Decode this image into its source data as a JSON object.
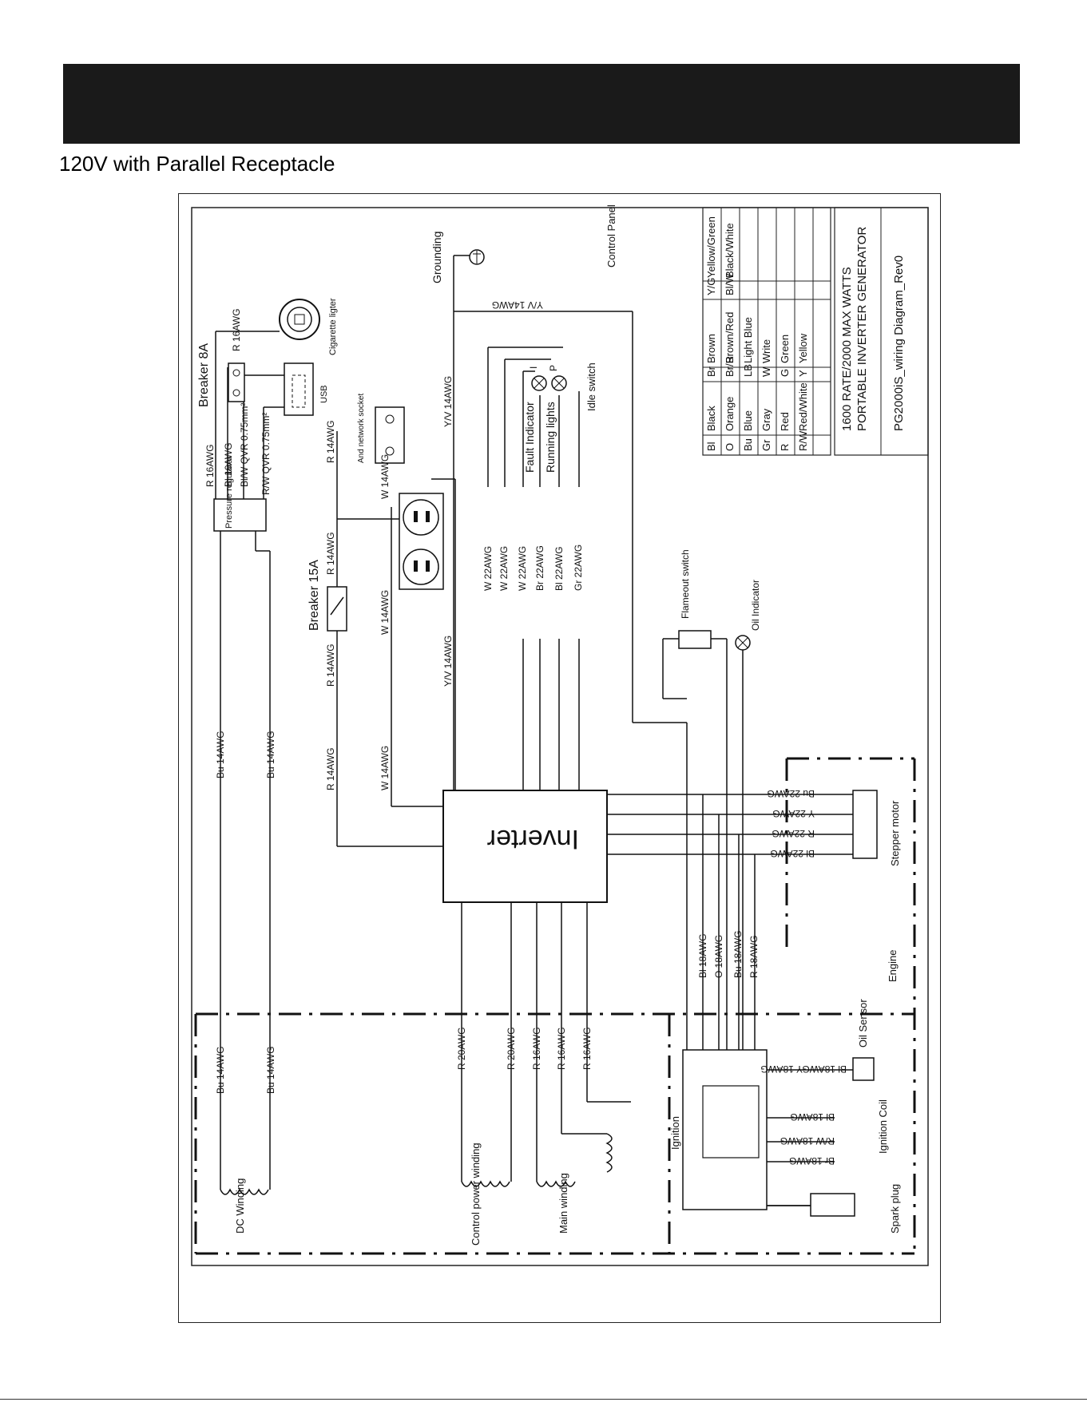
{
  "page": {
    "subtitle": "120V  with Parallel Receptacle"
  },
  "title_block": {
    "line1": "1600 RATE/2000 MAX WATTS",
    "line2": "PORTABLE INVERTER GENERATOR",
    "line3": "PG2000iS_wiring Diagram_Rev0"
  },
  "color_legend": [
    {
      "code": "Bl",
      "name": "Black"
    },
    {
      "code": "O",
      "name": "Orange"
    },
    {
      "code": "Bu",
      "name": "Blue"
    },
    {
      "code": "Gr",
      "name": "Gray"
    },
    {
      "code": "R",
      "name": "Red"
    },
    {
      "code": "R/W",
      "name": "Red/White"
    },
    {
      "code": "Br",
      "name": "Brown"
    },
    {
      "code": "Br/R",
      "name": "Brown/Red"
    },
    {
      "code": "LB",
      "name": "Light Blue"
    },
    {
      "code": "W",
      "name": "Write"
    },
    {
      "code": "G",
      "name": "Green"
    },
    {
      "code": "Y",
      "name": "Yellow"
    },
    {
      "code": "Y/G",
      "name": "Yellow/Green"
    },
    {
      "code": "Bl/W",
      "name": "Black/White"
    }
  ],
  "components": {
    "inverter": "Inverter",
    "grounding": "Grounding",
    "control_panel": "Control Panel",
    "cigarette": "Cigarette ligter",
    "breaker_8a": "Breaker 8A",
    "breaker_15a": "Breaker 15A",
    "usb": "USB",
    "network": "And network socket",
    "pressure": "Pressure regulator",
    "fault": "Fault Indicator",
    "running": "Running lights",
    "idle": "Idle switch",
    "flameout": "Flameout switch",
    "oil_ind": "Oil Indicator",
    "stepper": "Stepper motor",
    "engine": "Engine",
    "oil_sensor": "Oil Sensor",
    "ignition": "Ignition",
    "ign_coil": "Ignition Coil",
    "spark": "Spark plug",
    "dc_winding": "DC Winding",
    "ctrl_winding": "Control power winding",
    "main_winding": "Main winding"
  },
  "wire_labels": {
    "r_16awg_a": "R  16AWG",
    "bl_16awg": "Bl  16AWG",
    "blw_qvr": "Bl/W  QVR 0.75mm²",
    "rw_qvr": "R/W  QVR 0.75mm²",
    "r_16awg_cig": "R  16AWG",
    "r_14awg_net": "R  14AWG",
    "w_14awg_net": "W  14AWG",
    "r_14awg_brk": "R  14AWG",
    "w_14awg_out": "W  14AWG",
    "r_14awg_b": "R  14AWG",
    "r_14awg_c": "R  14AWG",
    "w_14awg_inv": "W  14AWG",
    "yv_14awg_top": "Y/V  14AWG",
    "yv_14awg_a": "Y/V  14AWG",
    "yv_14awg_b": "Y/V  14AWG",
    "bu_14awg_1": "Bu  14AWG",
    "bu_14awg_2": "Bu  14AWG",
    "bu_14awg_3": "Bu  14AWG",
    "bu_14awg_4": "Bu  14AWG",
    "w_22a": "W  22AWG",
    "w_22b": "W  22AWG",
    "w_22c": "W  22AWG",
    "br_22": "Br  22AWG",
    "bl_22": "Bl  22AWG",
    "gr_22": "Gr  22AWG",
    "bu_22_step": "Bu  22AWG",
    "y_22_step": "Y  22AWG",
    "r_22_step": "R  22AWG",
    "bl_22_step": "Bl  22AWG",
    "bl_18": "Bl  18AWG",
    "o_18": "O  18AWG",
    "bu_18": "Bu  18AWG",
    "r_18": "R  18AWG",
    "r_20a": "R  20AWG",
    "r_20b": "R  20AWG",
    "r_16a": "R  16AWG",
    "r_16b": "R  16AWG",
    "r_16c": "R  16AWG",
    "y_18_oil": "Y  18AWG",
    "bl_18_oil": "Bl  18AWG",
    "bl_18_ign": "Bl  18AWG",
    "rw_18_ign": "R/W  18AWG",
    "br_18_ign": "Br  18AWG",
    "idle_p": "P",
    "idle_i": "I"
  }
}
